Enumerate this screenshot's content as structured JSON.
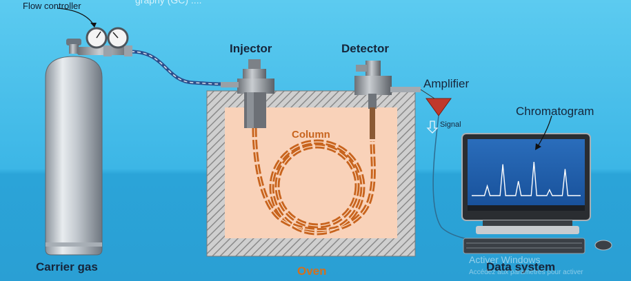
{
  "header": {
    "partial_title": "graphy (GC) ...."
  },
  "labels": {
    "flow_controller": "Flow controller",
    "injector": "Injector",
    "detector": "Detector",
    "amplifier": "Amplifier",
    "signal": "Signal",
    "chromatogram": "Chromatogram",
    "column": "Column",
    "carrier_gas": "Carrier gas",
    "oven": "Oven",
    "data_system": "Data system"
  },
  "watermark": {
    "line1": "Activer Windows",
    "line2": "Accédez aux paramètres pour activer"
  },
  "colors": {
    "background_top": "#52c6ee",
    "background_bottom": "#2aa6d9",
    "oven_label": "#d4701c",
    "column": "#c8641e",
    "oven_inner": "#f9d2b9",
    "label_dark": "#16253a",
    "screen": "#1e5aa8"
  },
  "icons": [
    "gas-cylinder-icon",
    "pressure-gauge-icon",
    "injector-icon",
    "detector-icon",
    "amplifier-icon",
    "monitor-icon",
    "keyboard-icon",
    "mouse-icon",
    "signal-arrow-icon"
  ],
  "chromatogram_peaks": [
    0.2,
    0.65,
    0.3,
    0.7,
    0.12,
    0.55
  ]
}
